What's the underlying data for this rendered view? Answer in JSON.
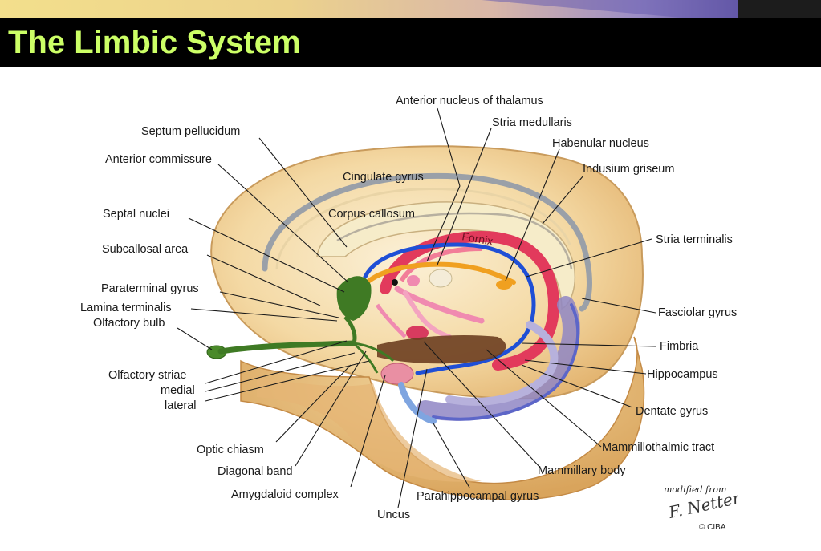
{
  "slide": {
    "title": "The Limbic System"
  },
  "labels": {
    "anterior_nucleus_of_thalamus": "Anterior nucleus of thalamus",
    "stria_medullaris": "Stria medullaris",
    "habenular_nucleus": "Habenular nucleus",
    "indusium_griseum": "Indusium griseum",
    "septum_pellucidum": "Septum pellucidum",
    "anterior_commissure": "Anterior commissure",
    "cingulate_gyrus": "Cingulate gyrus",
    "septal_nuclei": "Septal nuclei",
    "corpus_callosum": "Corpus callosum",
    "fornix": "Fornix",
    "stria_terminalis": "Stria terminalis",
    "subcallosal_area": "Subcallosal area",
    "paraterminal_gyrus": "Paraterminal gyrus",
    "lamina_terminalis": "Lamina terminalis",
    "olfactory_bulb": "Olfactory bulb",
    "fasciolar_gyrus": "Fasciolar gyrus",
    "fimbria": "Fimbria",
    "olfactory_striae": "Olfactory striae",
    "medial": "medial",
    "lateral": "lateral",
    "hippocampus": "Hippocampus",
    "dentate_gyrus": "Dentate gyrus",
    "optic_chiasm": "Optic chiasm",
    "mammillothalmic_tract": "Mammillothalmic tract",
    "diagonal_band": "Diagonal band",
    "mammillary_body": "Mammillary body",
    "amygdaloid_complex": "Amygdaloid complex",
    "parahippocampal_gyrus": "Parahippocampal gyrus",
    "uncus": "Uncus"
  },
  "credit": {
    "line1": "modified from",
    "signature": "F. Netter",
    "copyright": "© CIBA"
  },
  "colors": {
    "title_text": "#ccff66",
    "title_bar": "#000000",
    "fornix": "#e23a5c",
    "stria_terminalis": "#1f4fd6",
    "stria_medullaris": "#f0a020",
    "septal_green": "#3f7a24",
    "parahippocampal": "#8f86c4"
  }
}
